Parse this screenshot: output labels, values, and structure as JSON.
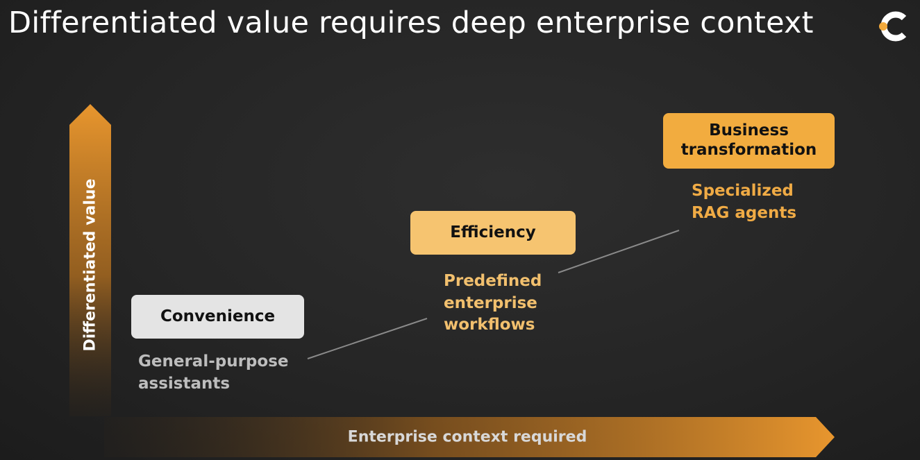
{
  "slide": {
    "title": "Differentiated value requires deep enterprise context"
  },
  "logo": {
    "icon": "brand-logo-icon",
    "colors": {
      "ring": "#ffffff",
      "dot": "#f2a93b"
    }
  },
  "axes": {
    "y_label": "Differentiated value",
    "x_label": "Enterprise context required",
    "color": "#e8962e"
  },
  "stages": [
    {
      "id": "convenience",
      "label": "Convenience",
      "description": "General-purpose\nassistants",
      "box_color": "#e4e4e4",
      "text_color": "#bdbdbd"
    },
    {
      "id": "efficiency",
      "label": "Efficiency",
      "description": "Predefined\nenterprise\nworkflows",
      "box_color": "#f6c470",
      "text_color": "#f2c06e"
    },
    {
      "id": "transformation",
      "label": "Business transformation",
      "description": "Specialized\nRAG agents",
      "box_color": "#f2ac3f",
      "text_color": "#f0ab45"
    }
  ]
}
